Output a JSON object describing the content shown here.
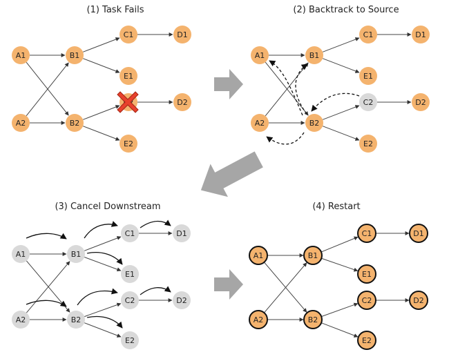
{
  "colors": {
    "orange": "#F4B36E",
    "gray": "#D9D9D9",
    "arrow_gray": "#A6A6A6",
    "fail_red": "#E8412C"
  },
  "panels": [
    {
      "id": "p1",
      "title": "(1) Task Fails",
      "nodes": [
        {
          "label": "A1",
          "state": "orange"
        },
        {
          "label": "A2",
          "state": "orange"
        },
        {
          "label": "B1",
          "state": "orange"
        },
        {
          "label": "B2",
          "state": "orange"
        },
        {
          "label": "C1",
          "state": "orange"
        },
        {
          "label": "C2",
          "state": "failed",
          "icon": "x-mark-icon"
        },
        {
          "label": "D1",
          "state": "orange"
        },
        {
          "label": "D2",
          "state": "orange"
        },
        {
          "label": "E1",
          "state": "orange"
        },
        {
          "label": "E2",
          "state": "orange"
        }
      ]
    },
    {
      "id": "p2",
      "title": "(2) Backtrack to Source",
      "nodes": [
        {
          "label": "A1",
          "state": "orange"
        },
        {
          "label": "A2",
          "state": "orange"
        },
        {
          "label": "B1",
          "state": "orange"
        },
        {
          "label": "B2",
          "state": "orange"
        },
        {
          "label": "C1",
          "state": "orange"
        },
        {
          "label": "C2",
          "state": "gray"
        },
        {
          "label": "D1",
          "state": "orange"
        },
        {
          "label": "D2",
          "state": "orange"
        },
        {
          "label": "E1",
          "state": "orange"
        },
        {
          "label": "E2",
          "state": "orange"
        }
      ]
    },
    {
      "id": "p3",
      "title": "(3) Cancel Downstream",
      "nodes": [
        {
          "label": "A1",
          "state": "gray"
        },
        {
          "label": "A2",
          "state": "gray"
        },
        {
          "label": "B1",
          "state": "gray"
        },
        {
          "label": "B2",
          "state": "gray"
        },
        {
          "label": "C1",
          "state": "gray"
        },
        {
          "label": "C2",
          "state": "gray"
        },
        {
          "label": "D1",
          "state": "gray"
        },
        {
          "label": "D2",
          "state": "gray"
        },
        {
          "label": "E1",
          "state": "gray"
        },
        {
          "label": "E2",
          "state": "gray"
        }
      ]
    },
    {
      "id": "p4",
      "title": "(4) Restart",
      "nodes": [
        {
          "label": "A1",
          "state": "restart"
        },
        {
          "label": "A2",
          "state": "restart"
        },
        {
          "label": "B1",
          "state": "restart"
        },
        {
          "label": "B2",
          "state": "restart"
        },
        {
          "label": "C1",
          "state": "restart"
        },
        {
          "label": "C2",
          "state": "restart"
        },
        {
          "label": "D1",
          "state": "restart"
        },
        {
          "label": "D2",
          "state": "restart"
        },
        {
          "label": "E1",
          "state": "restart"
        },
        {
          "label": "E2",
          "state": "restart"
        }
      ]
    }
  ],
  "edges": [
    [
      "A1",
      "B1"
    ],
    [
      "A1",
      "B2"
    ],
    [
      "A2",
      "B1"
    ],
    [
      "A2",
      "B2"
    ],
    [
      "B1",
      "C1"
    ],
    [
      "B1",
      "E1"
    ],
    [
      "B2",
      "C2"
    ],
    [
      "B2",
      "E2"
    ],
    [
      "C1",
      "D1"
    ],
    [
      "C2",
      "D2"
    ]
  ]
}
